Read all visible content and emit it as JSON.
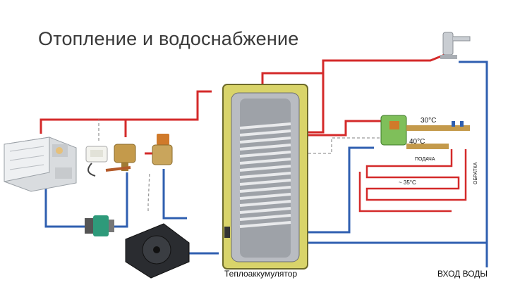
{
  "page": {
    "title": "Отопление и водоснабжение"
  },
  "labels": {
    "tank": "Теплоаккумулятор",
    "water_inlet": "ВХОД ВОДЫ",
    "temp_supply_30": "30°C",
    "temp_40": "40°C",
    "floor_temp": "~ 35°C",
    "supply": "ПОДАЧА",
    "return": "ОБРАТКА"
  },
  "colors": {
    "hot_pipe": "#d42a2a",
    "cold_pipe": "#2f5fb0",
    "tank_insulation": "#d9d46a",
    "tank_body": "#b9bcc2",
    "dashed_control": "#9a9a9a"
  },
  "icons": [
    "boiler-icon",
    "thermostatic-valve-icon",
    "mixing-valve-icon",
    "circulation-pump-icon",
    "fan-heater-icon",
    "faucet-icon",
    "manifold-icon",
    "underfloor-loop-icon"
  ]
}
